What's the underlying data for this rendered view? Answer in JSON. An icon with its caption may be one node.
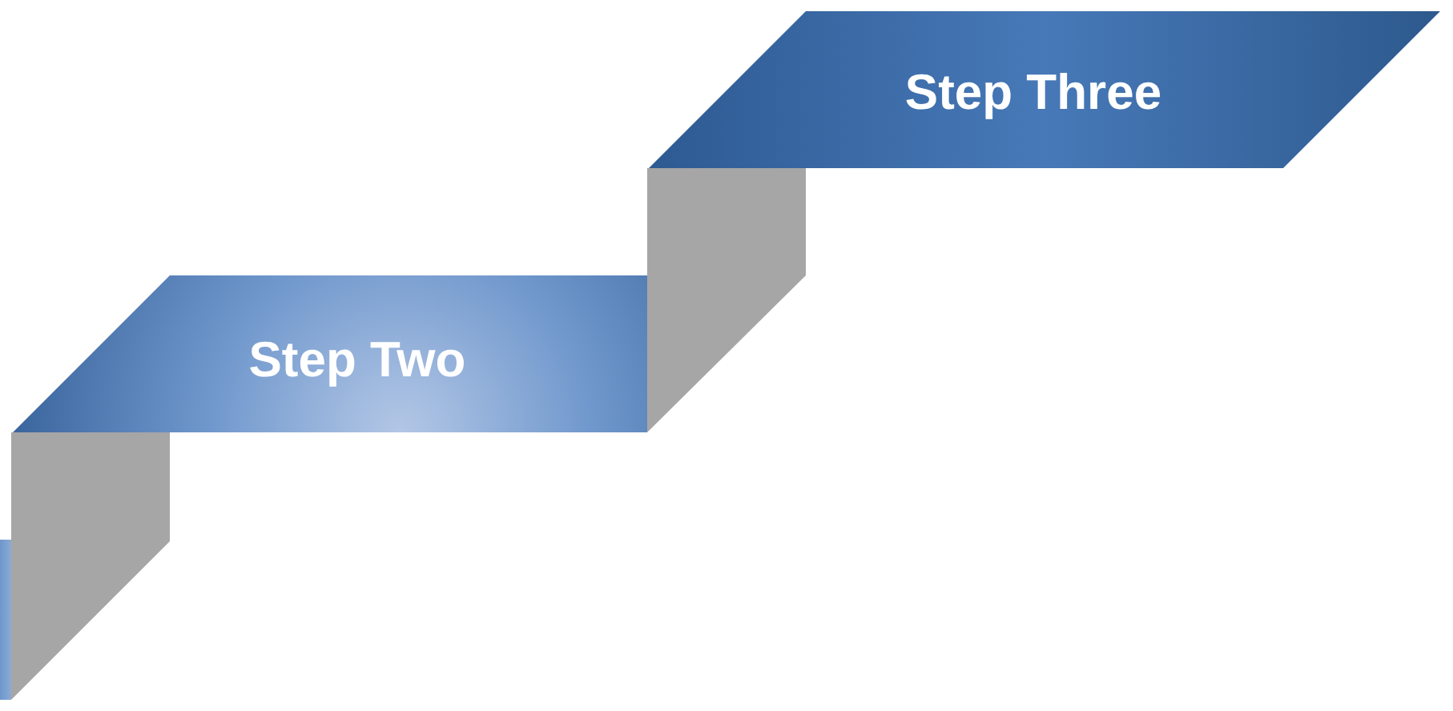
{
  "diagram": {
    "nodes": [
      {
        "text": [],
        "shape": "box"
      },
      {
        "text": [],
        "shape": "box"
      },
      {
        "text": [
          "Step Two"
        ]
      },
      {
        "text": [],
        "shape": "box"
      },
      {
        "text": [
          "Step Three"
        ]
      }
    ]
  }
}
